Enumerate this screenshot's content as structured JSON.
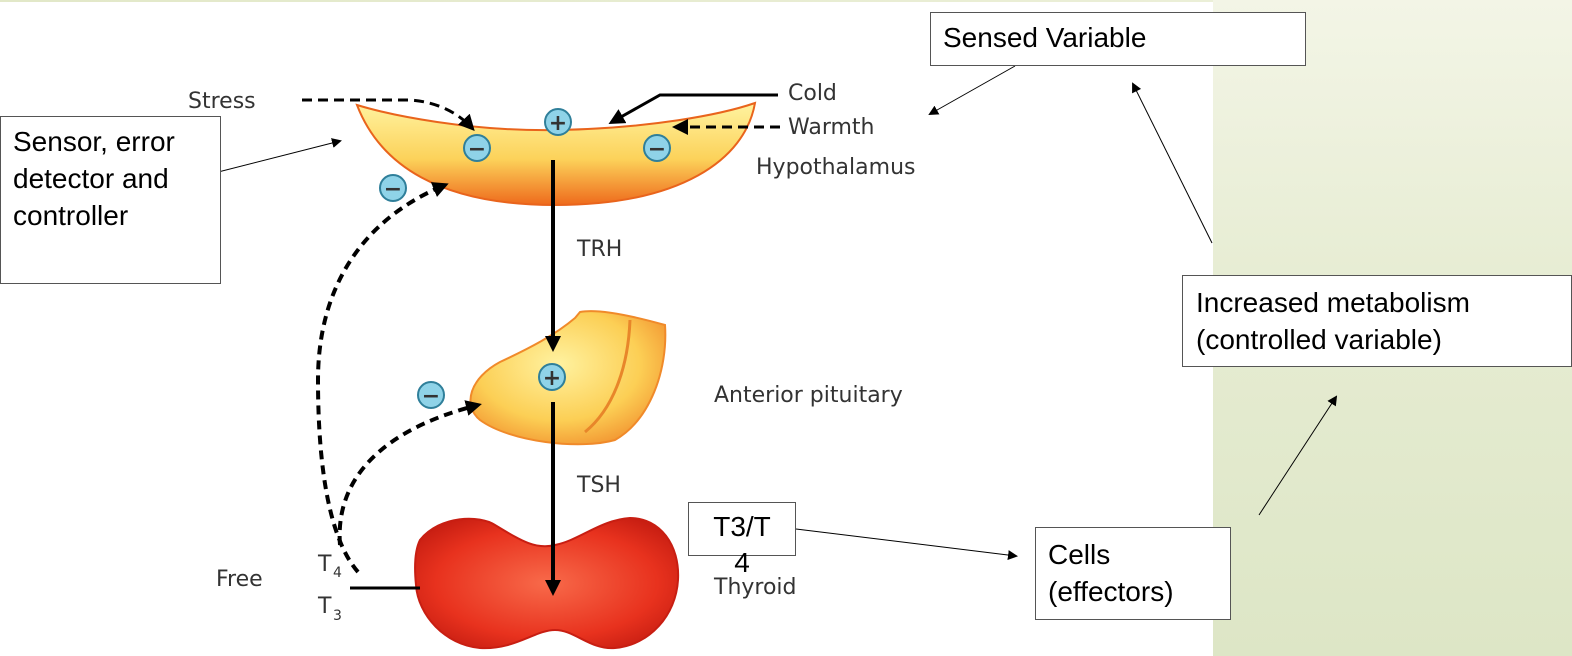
{
  "diagram": {
    "labels": {
      "stress": "Stress",
      "cold": "Cold",
      "warmth": "Warmth",
      "hypothalamus": "Hypothalamus",
      "trh": "TRH",
      "anterior_pituitary": "Anterior pituitary",
      "tsh": "TSH",
      "thyroid": "Thyroid",
      "free": "Free",
      "t4": "T",
      "t4_sub": "4",
      "t3": "T",
      "t3_sub": "3",
      "plus": "+",
      "minus": "−"
    },
    "boxes": {
      "sensed_variable": "Sensed Variable",
      "sensor": "Sensor, error\ndetector and\ncontroller",
      "metabolism": "Increased metabolism\n(controlled variable)",
      "cells": "Cells\n(effectors)",
      "t3t4": "T3/T\n4"
    },
    "colors": {
      "organ_light": "#fde27a",
      "organ_dark": "#f0701e",
      "thyroid": "#e8321e",
      "circle": "#8fd3e8",
      "arrow": "#000000",
      "label": "#333333",
      "side_panel": "#e6ecd2"
    }
  }
}
